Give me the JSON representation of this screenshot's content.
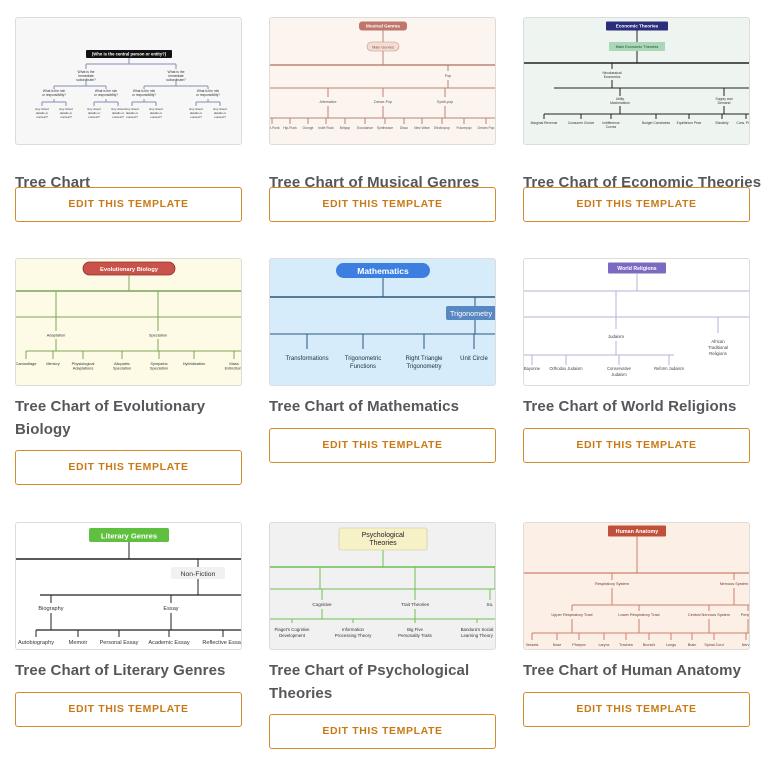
{
  "button_label": "EDIT THIS TEMPLATE",
  "cards": [
    {
      "title": "Tree Chart",
      "bg": "#f7f7f7",
      "root": "(Who is the central person or entity?)",
      "level2": [
        "What is the immediate subordinate?",
        "What is the immediate subordinate?"
      ],
      "level3": [
        "What is the role or responsibility?",
        "What is the role or responsibility?",
        "What is the role or responsibility?",
        "What is the role or responsibility?"
      ],
      "level4": [
        "Any direct details or context?",
        "Any direct details or context?",
        "Any direct details or context?",
        "Any direct details or context?",
        "Any direct details or context?",
        "Any direct details or context?",
        "Any direct details or context?",
        "Any direct details or context?"
      ]
    },
    {
      "title": "Tree Chart of Musical Genres",
      "bg": "#fbf4ef",
      "accent": "#c0766a",
      "root": "Musical Genres",
      "sub": "Main Genres",
      "mid": [
        "Pop"
      ],
      "level3": [
        "Alternative",
        "Dance-Pop",
        "Synth-pop"
      ],
      "leaves": [
        "Post-Punk",
        "Hip-Punk",
        "Grunge",
        "Indie Rock",
        "Britpop",
        "Eurodance",
        "Synthwave",
        "Disco",
        "New Wave",
        "Electropop",
        "Futurepop",
        "Dream Pop"
      ]
    },
    {
      "title": "Tree Chart of Economic Theories",
      "bg": "#eef5f0",
      "accent": "#2b2e7a",
      "root": "Economic Theories",
      "sub": "Main Economic Theories",
      "mid": [
        "Neoclassical Economics"
      ],
      "level3": [
        "Utility Maximization",
        "Supply and Demand"
      ],
      "leaves": [
        "Marginal Revenue",
        "Consumer Choice",
        "Indifference Curves",
        "Budget Constraints",
        "Equilibrium Price",
        "Elasticity",
        "Cons. Produ."
      ]
    },
    {
      "title": "Tree Chart of Evolutionary Biology",
      "bg": "#fdfbe6",
      "accent": "#c9534a",
      "root": "Evolutionary Biology",
      "level3": [
        "Adaptation",
        "Speciation"
      ],
      "leaves": [
        "Camouflage",
        "Mimicry",
        "Physiological Adaptations",
        "Allopatric Speciation",
        "Sympatric Speciation",
        "Hybridization",
        "Mass Extinctions"
      ]
    },
    {
      "title": "Tree Chart of Mathematics",
      "bg": "#d6ecfb",
      "accent": "#3d7fe0",
      "root": "Mathematics",
      "sub": "Trigonometry",
      "leaves": [
        "Transformations",
        "Trigonometric Functions",
        "Right Triangle Trigonometry",
        "Unit Circle"
      ]
    },
    {
      "title": "Tree Chart of World Religions",
      "bg": "#ffffff",
      "accent": "#7b69c2",
      "root": "World Religions",
      "level3": [
        "Judaism",
        "African Traditional Religions"
      ],
      "leaves": [
        "Bayonne",
        "Orthodox Judaism",
        "Conservative Judaism",
        "Reform Judaism"
      ]
    },
    {
      "title": "Tree Chart of Literary Genres",
      "bg": "#ffffff",
      "accent": "#5fbf3f",
      "root": "Literary Genres",
      "sub": "Non-Fiction",
      "level3": [
        "Biography",
        "Essay"
      ],
      "leaves": [
        "Autobiography",
        "Memoir",
        "Personal Essay",
        "Academic Essay",
        "Reflective Essay"
      ]
    },
    {
      "title": "Tree Chart of Psychological Theories",
      "bg": "#f1f1f1",
      "accent": "#f7f1c8",
      "root": "Psychological Theories",
      "level3": [
        "Cognitive",
        "Trait Theories",
        "So."
      ],
      "leaves": [
        "Piaget's Cognitive Development",
        "Information Processing Theory",
        "Big Five Personality Traits",
        "Bandura's Social Learning Theory"
      ]
    },
    {
      "title": "Tree Chart of Human Anatomy",
      "bg": "#fbefe6",
      "accent": "#c0503a",
      "root": "Human Anatomy",
      "level3": [
        "Respiratory System",
        "Nervous System"
      ],
      "level4": [
        "Upper Respiratory Tract",
        "Lower Respiratory Tract",
        "Central Nervous System",
        "Periphe."
      ],
      "leaves": [
        "Vessels",
        "Nose",
        "Pharynx",
        "Larynx",
        "Trachea",
        "Bronchi",
        "Lungs",
        "Brain",
        "Spinal Cord",
        "Nerv."
      ]
    }
  ]
}
